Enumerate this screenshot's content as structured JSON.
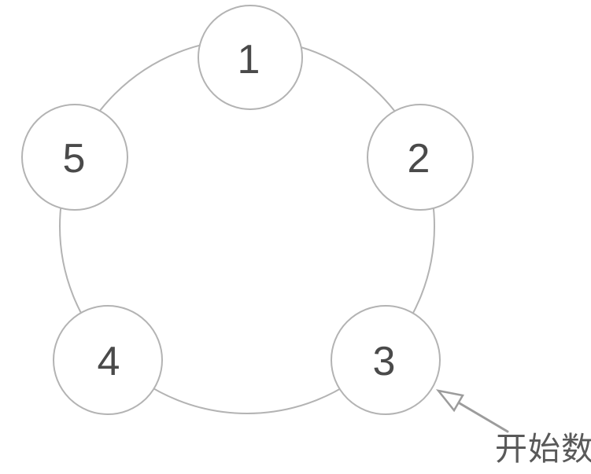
{
  "diagram": {
    "type": "counting-circle",
    "nodes": [
      {
        "label": "1"
      },
      {
        "label": "2"
      },
      {
        "label": "3"
      },
      {
        "label": "4"
      },
      {
        "label": "5"
      }
    ],
    "annotation": {
      "label": "开始数",
      "target_node": "3"
    },
    "colors": {
      "ring_stroke": "#b3b3b3",
      "node_stroke": "#b3b3b3",
      "node_fill": "#ffffff",
      "number_text": "#4a4a4a",
      "arrow": "#9c9c9c",
      "annotation_text": "#595959"
    }
  }
}
